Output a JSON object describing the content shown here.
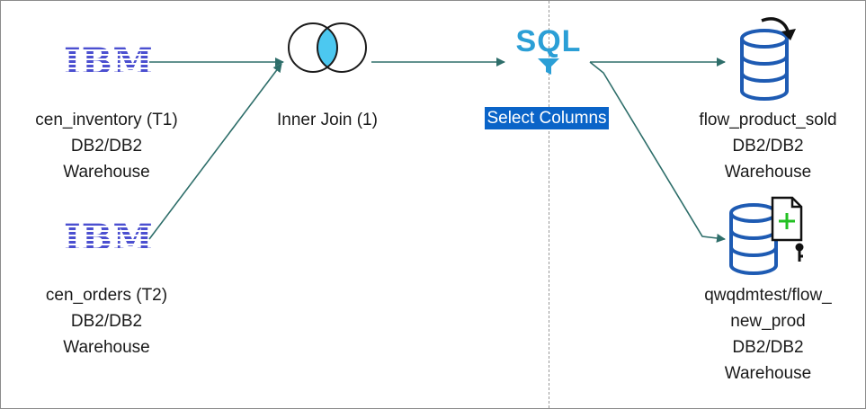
{
  "nodes": {
    "t1": {
      "logo": "IBM",
      "name": "cen_inventory (T1)",
      "line2": "DB2/DB2",
      "line3": "Warehouse",
      "icon": "ibm-logo-icon"
    },
    "t2": {
      "logo": "IBM",
      "name": "cen_orders (T2)",
      "line2": "DB2/DB2",
      "line3": "Warehouse",
      "icon": "ibm-logo-icon"
    },
    "join": {
      "name": "Inner Join (1)",
      "icon": "inner-join-venn-icon"
    },
    "select": {
      "logo": "SQL",
      "name": "Select Columns",
      "icon": "sql-filter-icon"
    },
    "target1": {
      "name": "flow_product_sold",
      "line2": "DB2/DB2",
      "line3": "Warehouse",
      "icon": "database-update-icon"
    },
    "target2": {
      "line1": "qwqdmtest/flow_",
      "line2": "new_prod",
      "line3": "DB2/DB2",
      "line4": "Warehouse",
      "icon": "database-new-table-icon"
    }
  },
  "colors": {
    "link": "#2e6e6a",
    "ibm": "#4b4fd0",
    "sql": "#2b9fd6",
    "db": "#1e5bb3",
    "selection": "#0a64c8",
    "venn_fill": "#4cc8f0"
  }
}
